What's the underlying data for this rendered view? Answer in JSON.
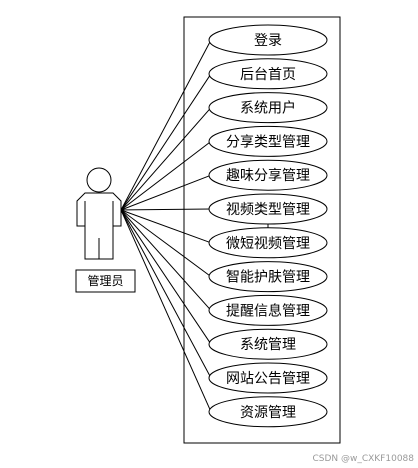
{
  "actor": {
    "label": "管理员"
  },
  "use_cases": [
    {
      "label": "登录"
    },
    {
      "label": "后台首页"
    },
    {
      "label": "系统用户"
    },
    {
      "label": "分享类型管理"
    },
    {
      "label": "趣味分享管理"
    },
    {
      "label": "视频类型管理"
    },
    {
      "label": "微短视频管理"
    },
    {
      "label": "智能护肤管理"
    },
    {
      "label": "提醒信息管理"
    },
    {
      "label": "系统管理"
    },
    {
      "label": "网站公告管理"
    },
    {
      "label": "资源管理"
    }
  ],
  "watermark": "CSDN @w_CXKF10088",
  "colors": {
    "stroke": "#000000",
    "background": "#ffffff",
    "watermark": "#9a9a9a"
  }
}
